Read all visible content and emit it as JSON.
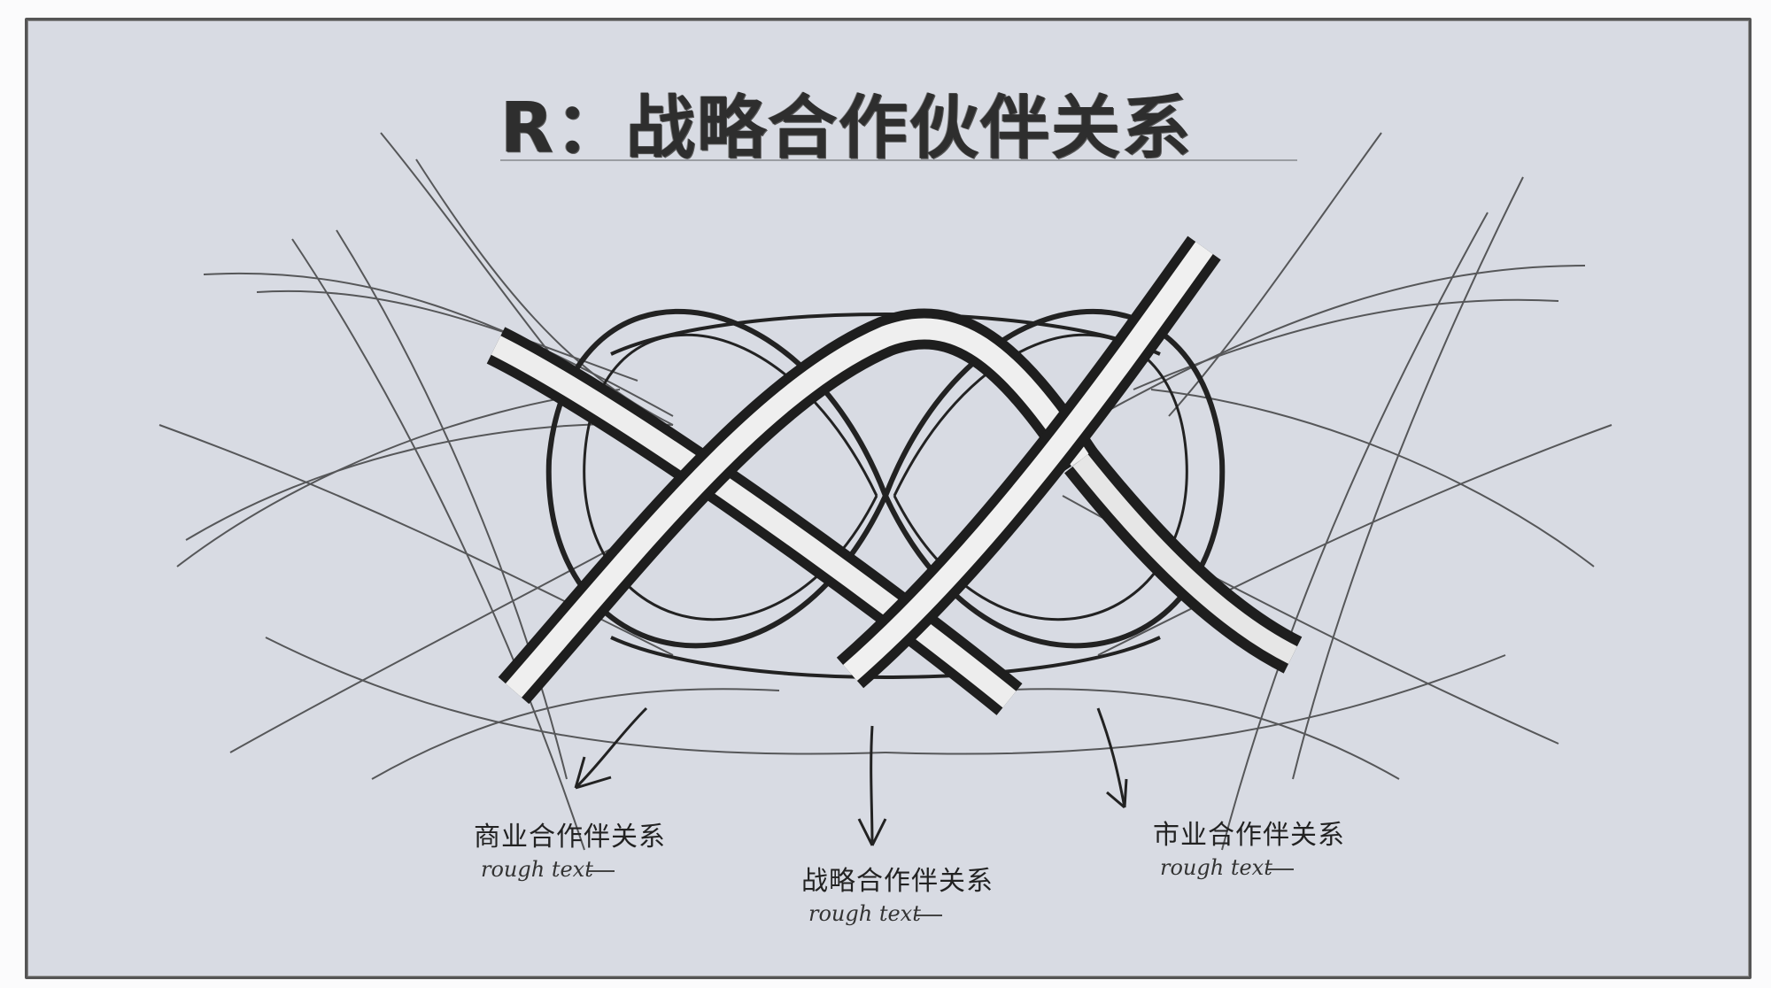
{
  "title": "R：战略合作伙伴关系",
  "colors": {
    "background": "#d8dbe3",
    "ink": "#2a2a2a",
    "border": "#555555",
    "page": "#fbfbfc"
  },
  "labels": [
    {
      "cn": "商业合作伴关系",
      "en": "rough text"
    },
    {
      "cn": "战略合作伴关系",
      "en": "rough text"
    },
    {
      "cn": "市业合作伴关系",
      "en": "rough text"
    }
  ],
  "illustration": "pencil-sketch-interwoven-knot"
}
